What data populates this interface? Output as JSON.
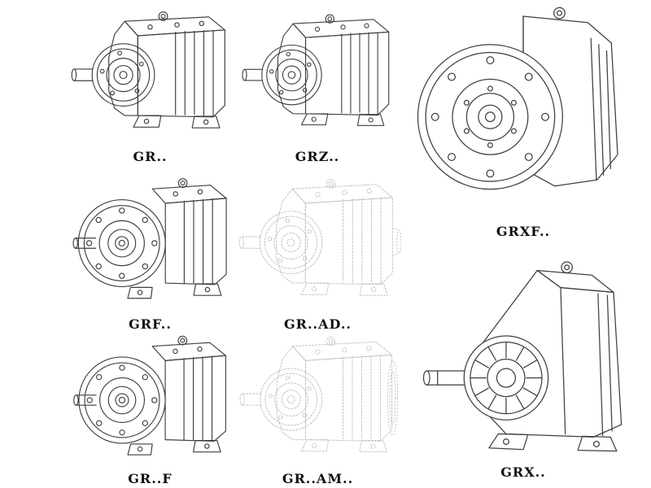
{
  "page": {
    "background": "#ffffff",
    "line_color_solid": "#3f3f3f",
    "line_color_ghost": "#c2c2c2",
    "label_color": "#101010"
  },
  "items": [
    {
      "label": "GR..",
      "line_style": "solid"
    },
    {
      "label": "GRZ..",
      "line_style": "solid"
    },
    {
      "label": "GRXF..",
      "line_style": "solid"
    },
    {
      "label": "GRF..",
      "line_style": "solid"
    },
    {
      "label": "GR..AD..",
      "line_style": "ghost"
    },
    {
      "label": "GR..F",
      "line_style": "solid"
    },
    {
      "label": "GR..AM..",
      "line_style": "ghost"
    },
    {
      "label": "GRX..",
      "line_style": "solid"
    }
  ]
}
